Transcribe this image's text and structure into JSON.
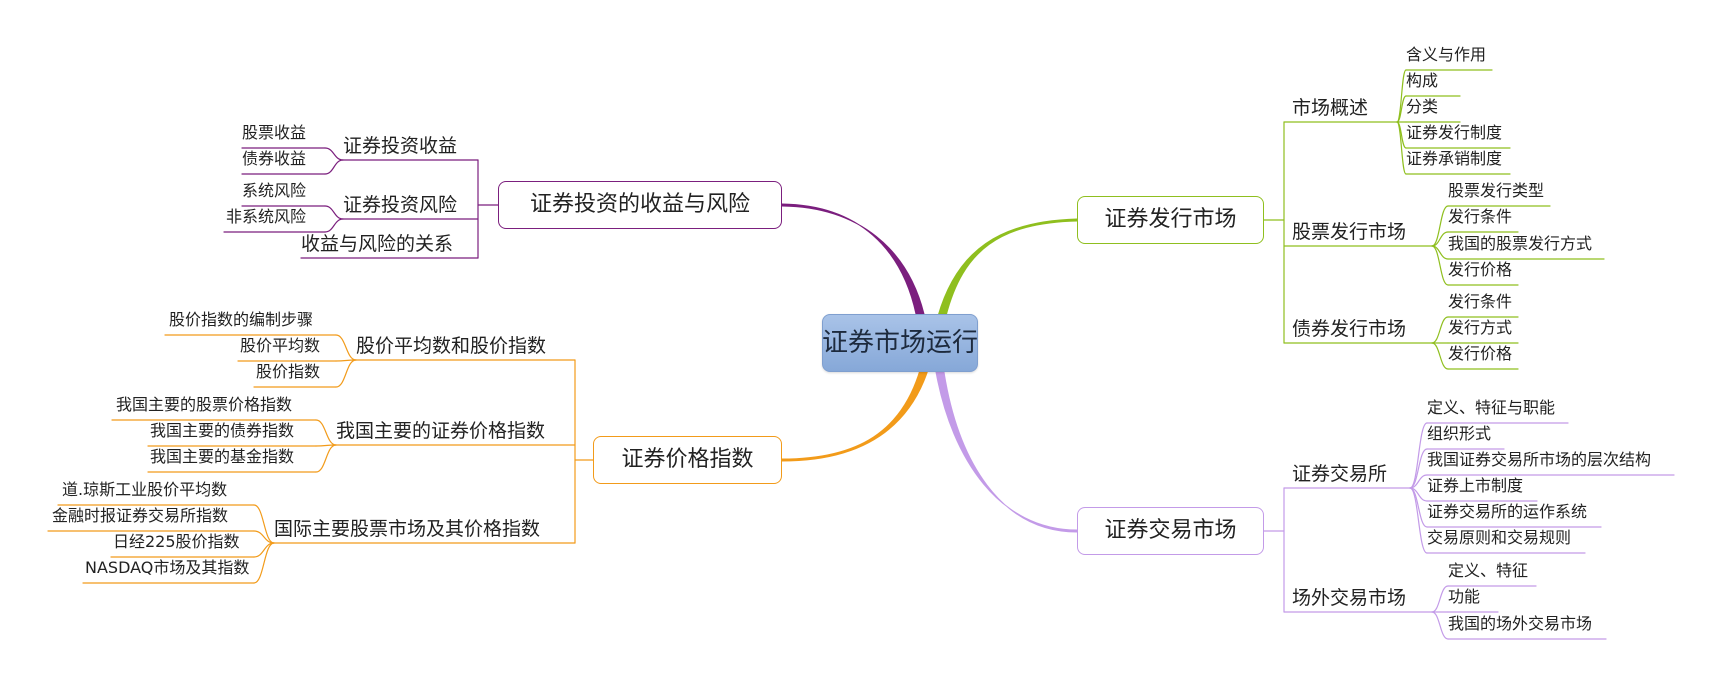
{
  "colors": {
    "purple": "#7b1f7e",
    "green": "#8fbf1f",
    "orange": "#f29b1a",
    "lavender": "#c39be8"
  },
  "root": {
    "label": "证券市场运行"
  },
  "invest": {
    "label": "证券投资的收益与风险",
    "return": {
      "label": "证券投资收益",
      "items": [
        "股票收益",
        "债券收益"
      ]
    },
    "risk": {
      "label": "证券投资风险",
      "items": [
        "系统风险",
        "非系统风险"
      ]
    },
    "relation": {
      "label": "收益与风险的关系"
    }
  },
  "index": {
    "label": "证券价格指数",
    "avg": {
      "label": "股价平均数和股价指数",
      "items": [
        "股价指数的编制步骤",
        "股价平均数",
        "股价指数"
      ]
    },
    "domestic": {
      "label": "我国主要的证券价格指数",
      "items": [
        "我国主要的股票价格指数",
        "我国主要的债券指数",
        "我国主要的基金指数"
      ]
    },
    "intl": {
      "label": "国际主要股票市场及其价格指数",
      "items": [
        "道.琼斯工业股价平均数",
        "金融时报证券交易所指数",
        "日经225股价指数",
        "NASDAQ市场及其指数"
      ]
    }
  },
  "issue": {
    "label": "证券发行市场",
    "overview": {
      "label": "市场概述",
      "items": [
        "含义与作用",
        "构成",
        "分类",
        "证券发行制度",
        "证券承销制度"
      ]
    },
    "stock": {
      "label": "股票发行市场",
      "items": [
        "股票发行类型",
        "发行条件",
        "我国的股票发行方式",
        "发行价格"
      ]
    },
    "bond": {
      "label": "债券发行市场",
      "items": [
        "发行条件",
        "发行方式",
        "发行价格"
      ]
    }
  },
  "trade": {
    "label": "证券交易市场",
    "exchange": {
      "label": "证券交易所",
      "items": [
        "定义、特征与职能",
        "组织形式",
        "我国证券交易所市场的层次结构",
        "证券上市制度",
        "证券交易所的运作系统",
        "交易原则和交易规则"
      ]
    },
    "otc": {
      "label": "场外交易市场",
      "items": [
        "定义、特征",
        "功能",
        "我国的场外交易市场"
      ]
    }
  }
}
